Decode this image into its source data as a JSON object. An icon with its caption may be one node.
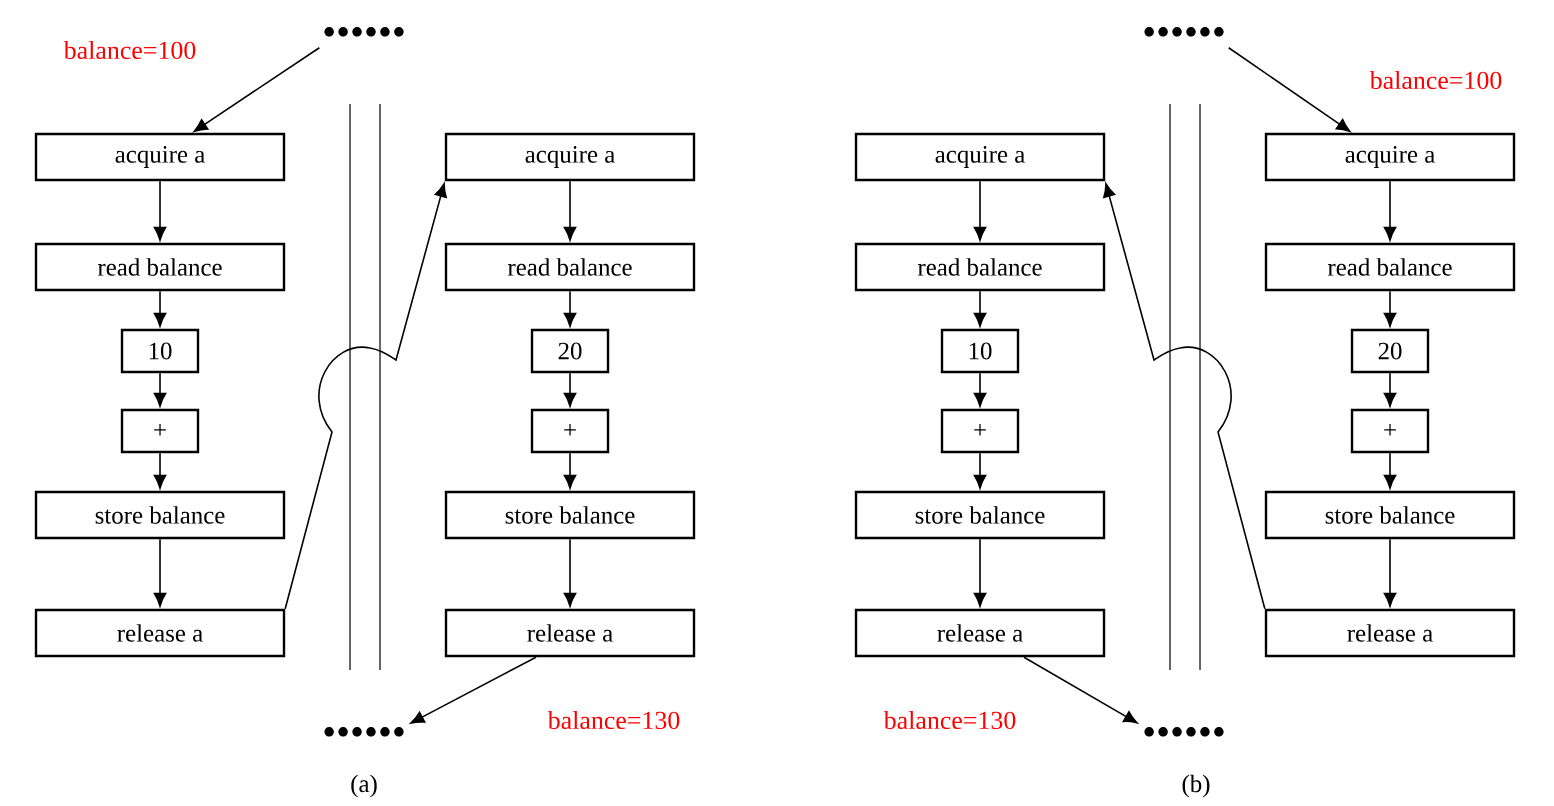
{
  "diagram": {
    "nodes": [
      {
        "text": [
          "••••••"
        ]
      },
      {
        "text": [
          "acquire a"
        ]
      },
      {
        "text": [
          "read balance"
        ]
      },
      {
        "text": [
          "10"
        ]
      },
      {
        "text": [
          "+"
        ]
      },
      {
        "text": [
          "store balance"
        ]
      },
      {
        "text": [
          "release a"
        ]
      },
      {
        "text": [
          "acquire a"
        ]
      },
      {
        "text": [
          "read balance"
        ]
      },
      {
        "text": [
          "20"
        ]
      },
      {
        "text": [
          "+"
        ]
      },
      {
        "text": [
          "store balance"
        ]
      },
      {
        "text": [
          "release a"
        ]
      },
      {
        "text": [
          "••••••"
        ]
      },
      {
        "text": [
          "••••••"
        ]
      },
      {
        "text": [
          "acquire a"
        ]
      },
      {
        "text": [
          "read balance"
        ]
      },
      {
        "text": [
          "10"
        ]
      },
      {
        "text": [
          "+"
        ]
      },
      {
        "text": [
          "store balance"
        ]
      },
      {
        "text": [
          "release a"
        ]
      },
      {
        "text": [
          "acquire a"
        ]
      },
      {
        "text": [
          "read balance"
        ]
      },
      {
        "text": [
          "20"
        ]
      },
      {
        "text": [
          "+"
        ]
      },
      {
        "text": [
          "store balance"
        ]
      },
      {
        "text": [
          "release a"
        ]
      },
      {
        "text": [
          "••••••"
        ]
      }
    ],
    "edges": [
      {
        "from": 0,
        "to": 1,
        "arrow": "to",
        "label": "balance=100"
      },
      {
        "from": 1,
        "to": 2,
        "arrow": "to"
      },
      {
        "from": 2,
        "to": 3,
        "arrow": "to"
      },
      {
        "from": 3,
        "to": 4,
        "arrow": "to"
      },
      {
        "from": 4,
        "to": 5,
        "arrow": "to"
      },
      {
        "from": 5,
        "to": 6,
        "arrow": "to"
      },
      {
        "from": 7,
        "to": 8,
        "arrow": "to"
      },
      {
        "from": 8,
        "to": 9,
        "arrow": "to"
      },
      {
        "from": 9,
        "to": 10,
        "arrow": "to"
      },
      {
        "from": 10,
        "to": 11,
        "arrow": "to"
      },
      {
        "from": 11,
        "to": 12,
        "arrow": "to"
      },
      {
        "from": 6,
        "to": 7,
        "arrow": "to"
      },
      {
        "from": 12,
        "to": 13,
        "arrow": "to",
        "label": "balance=130"
      },
      {
        "from": 14,
        "to": 21,
        "arrow": "to",
        "label": "balance=100"
      },
      {
        "from": 15,
        "to": 16,
        "arrow": "to"
      },
      {
        "from": 16,
        "to": 17,
        "arrow": "to"
      },
      {
        "from": 17,
        "to": 18,
        "arrow": "to"
      },
      {
        "from": 18,
        "to": 19,
        "arrow": "to"
      },
      {
        "from": 19,
        "to": 20,
        "arrow": "to"
      },
      {
        "from": 21,
        "to": 22,
        "arrow": "to"
      },
      {
        "from": 22,
        "to": 23,
        "arrow": "to"
      },
      {
        "from": 23,
        "to": 24,
        "arrow": "to"
      },
      {
        "from": 24,
        "to": 25,
        "arrow": "to"
      },
      {
        "from": 25,
        "to": 26,
        "arrow": "to"
      },
      {
        "from": 26,
        "to": 15,
        "arrow": "to"
      },
      {
        "from": 20,
        "to": 27,
        "arrow": "to",
        "label": "balance=130"
      }
    ],
    "labels": [
      "(a)",
      "(b)"
    ]
  }
}
